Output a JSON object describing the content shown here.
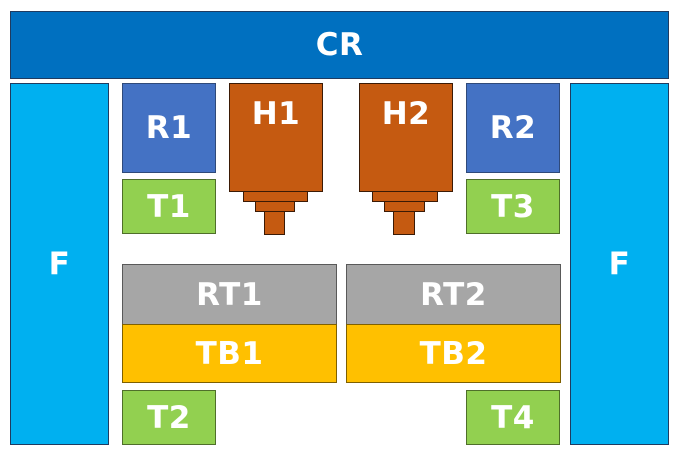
{
  "labels": {
    "crane": "CR",
    "frame_left": "F",
    "frame_right": "F",
    "robot_1": "R1",
    "robot_2": "R2",
    "head_1": "H1",
    "head_2": "H2",
    "tool_1": "T1",
    "tool_2": "T2",
    "tool_3": "T3",
    "tool_4": "T4",
    "rotary_table_1": "RT1",
    "rotary_table_2": "RT2",
    "table_base_1": "TB1",
    "table_base_2": "TB2"
  },
  "colors": {
    "crane": "#0070c0",
    "frame": "#00b0f0",
    "robot": "#4472c4",
    "tool": "#92d050",
    "rotary_table": "#a6a6a6",
    "table_base": "#ffc000",
    "head": "#c55a11",
    "label_text": "#ffffff"
  }
}
